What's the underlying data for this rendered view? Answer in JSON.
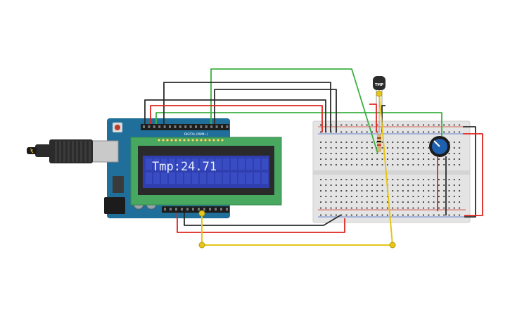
{
  "lcd": {
    "text": "Tmp:24.71"
  },
  "sensor": {
    "label": "TMP"
  },
  "arduino": {
    "header_label": "DIGITAL (PWM~)"
  },
  "colors": {
    "wire_green": "#3cb043",
    "wire_red": "#e0261e",
    "wire_black": "#2b2b2b",
    "wire_yellow": "#e6c619",
    "arduino_blue": "#1f6f9a",
    "lcd_green": "#48a860",
    "lcd_screen": "#2f3fb0",
    "breadboard": "#e6e6e6"
  }
}
